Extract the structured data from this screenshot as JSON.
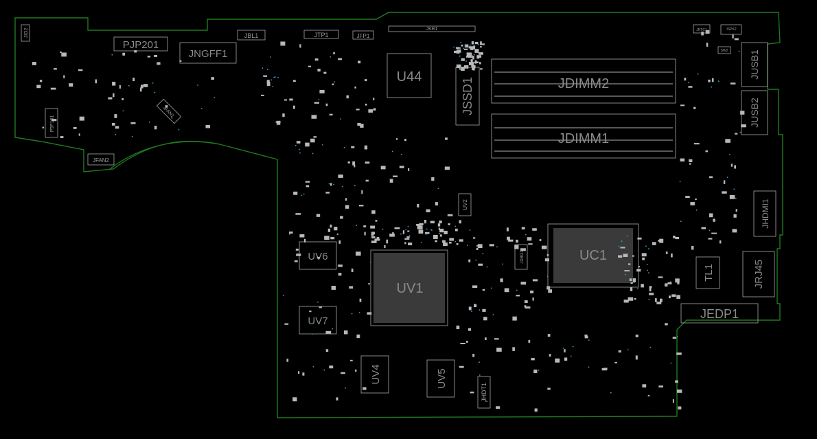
{
  "labels": {
    "jio2": "JIO2",
    "pjp201": "PJP201",
    "jngff1": "JNGFF1",
    "jbl1": "JBL1",
    "jtp1": "JTP1",
    "jfp1": "JFP1",
    "jkb1": "JKB1",
    "u44": "U44",
    "jssd1": "JSSD1",
    "jdimm2": "JDIMM2",
    "jdimm1": "JDIMM1",
    "jrtc1": "JRTC1",
    "jspk2": "JSPK2",
    "jusb1": "JUSB1",
    "jusb2": "JUSB2",
    "pjp101": "PJP101",
    "jfan1": "JFAN1",
    "jfan2": "JFAN2",
    "jhdmi1": "JHDMI1",
    "uv2": "UV2",
    "uc1": "UC1",
    "uv6": "UV6",
    "uv1": "UV1",
    "tl1": "TL1",
    "jrj45": "JRJ45",
    "uv7": "UV7",
    "jedp1": "JEDP1",
    "uv4": "UV4",
    "uv5": "UV5",
    "jhdt1": "JHDT1",
    "jdbg1": "JDBG1",
    "sw2": "SW2"
  },
  "colors": {
    "background": "#000000",
    "outline": "#1f7a1f",
    "component": "#a8a8a8",
    "via": "#3aa0d8",
    "label": "#8a8a8a"
  }
}
